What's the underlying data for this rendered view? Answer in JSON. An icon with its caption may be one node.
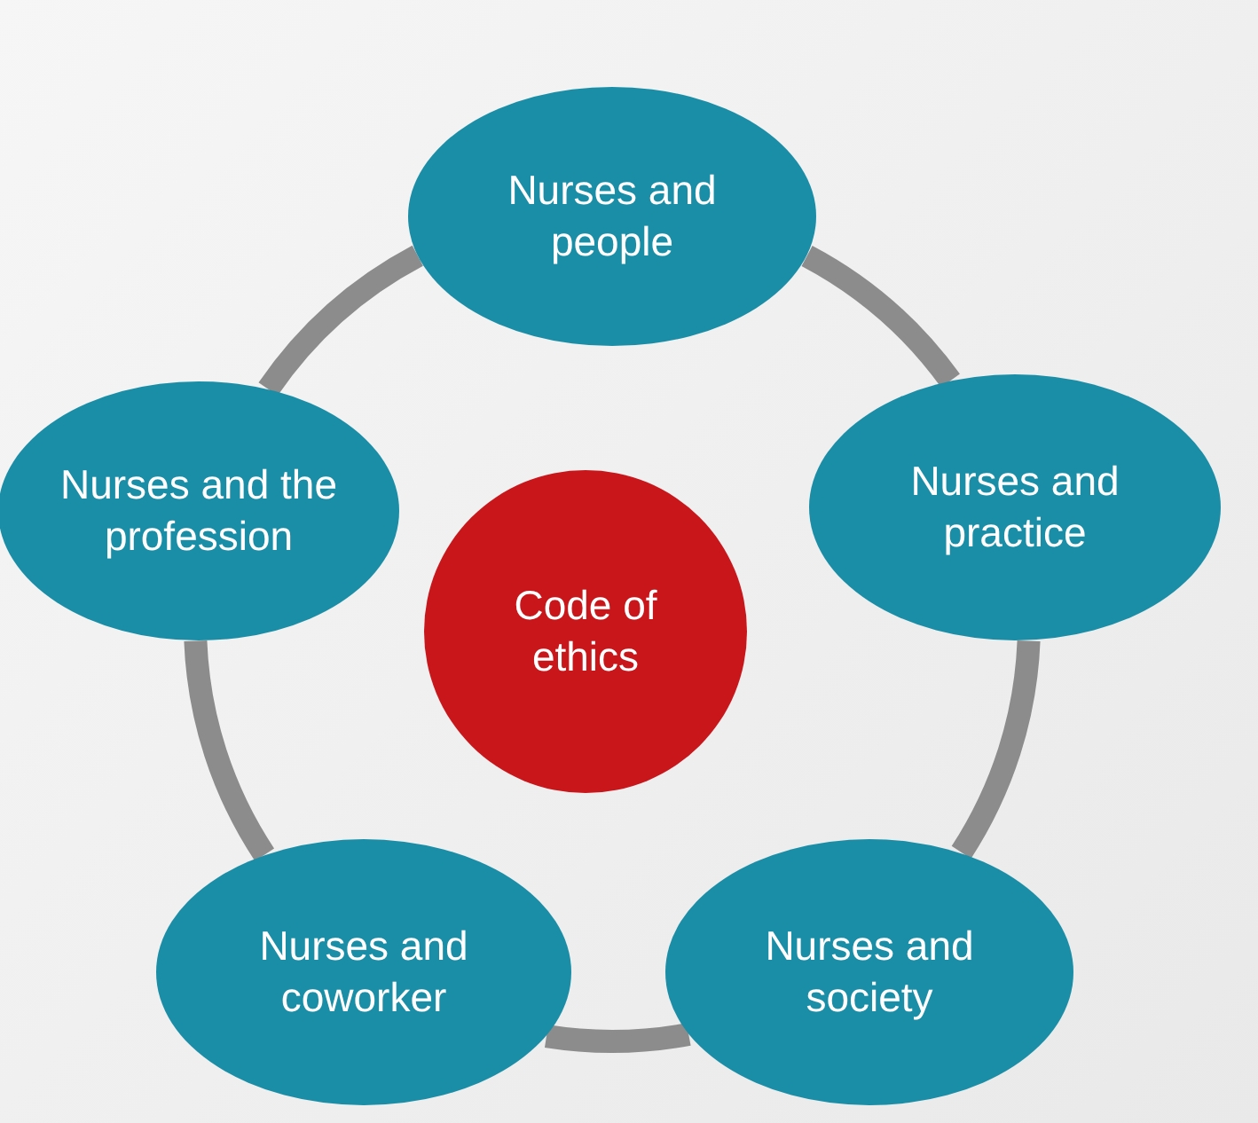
{
  "diagram": {
    "nodes": [
      {
        "text": [
          "Nurses and people"
        ]
      },
      {
        "text": [
          "Nurses and the profession"
        ]
      },
      {
        "text": [
          "Code of ethics"
        ]
      },
      {
        "text": [
          "Nurses and practice"
        ]
      },
      {
        "text": [
          "Nurses and coworker"
        ]
      },
      {
        "text": [
          "Nurses and society"
        ]
      }
    ],
    "edges": [
      {
        "from": 0,
        "to": 3,
        "arrow": "none"
      },
      {
        "from": 3,
        "to": 5,
        "arrow": "none"
      },
      {
        "from": 5,
        "to": 4,
        "arrow": "none"
      },
      {
        "from": 4,
        "to": 1,
        "arrow": "none"
      },
      {
        "from": 1,
        "to": 0,
        "arrow": "none"
      }
    ]
  }
}
